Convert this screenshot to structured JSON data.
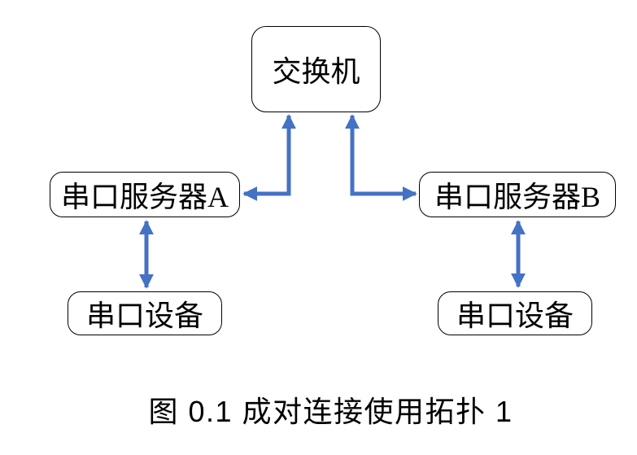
{
  "diagram": {
    "nodes": [
      {
        "id": "switch",
        "label": "交换机"
      },
      {
        "id": "server-a",
        "label": "串口服务器A"
      },
      {
        "id": "server-b",
        "label": "串口服务器B"
      },
      {
        "id": "device-a",
        "label": "串口设备"
      },
      {
        "id": "device-b",
        "label": "串口设备"
      }
    ],
    "edges": [
      {
        "from": "switch",
        "to": "server-a",
        "style": "elbow",
        "direction": "bidirectional"
      },
      {
        "from": "switch",
        "to": "server-b",
        "style": "elbow",
        "direction": "bidirectional"
      },
      {
        "from": "server-a",
        "to": "device-a",
        "style": "straight",
        "direction": "bidirectional"
      },
      {
        "from": "server-b",
        "to": "device-b",
        "style": "straight",
        "direction": "bidirectional"
      }
    ],
    "caption": "图 0.1 成对连接使用拓扑 1"
  },
  "colors": {
    "arrow": "#4472C4",
    "border": "#000000",
    "text": "#000000",
    "background": "#FFFFFF"
  }
}
